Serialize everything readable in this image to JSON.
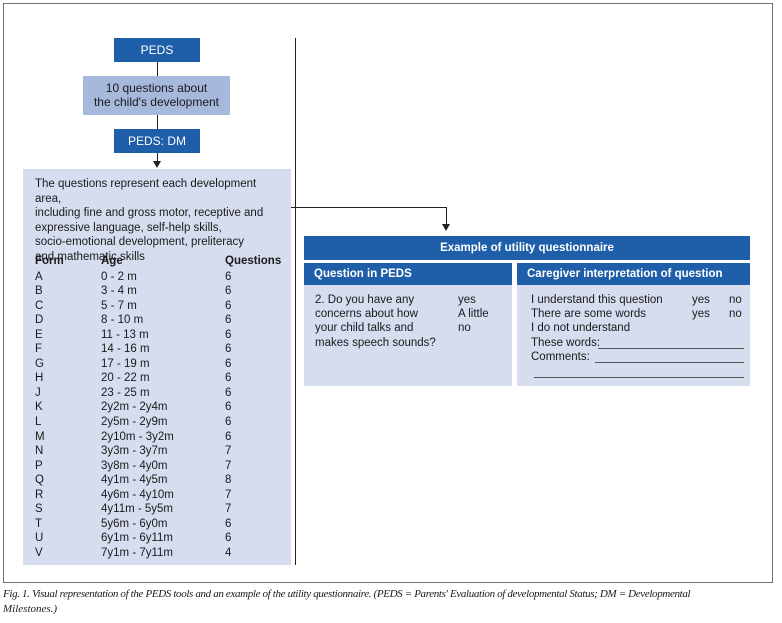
{
  "flow": {
    "peds_label": "PEDS",
    "questions_label_line1": "10 questions about",
    "questions_label_line2": "the child's development",
    "peds_dm_label": "PEDS: DM"
  },
  "dm_panel": {
    "description_lines": [
      "The questions represent each development area,",
      "including fine and gross motor, receptive and",
      "expressive language, self-help skills,",
      "socio-emotional development, preliteracy",
      "and mathematic skills"
    ],
    "headers": {
      "form": "Form",
      "age": "Age",
      "questions": "Questions"
    },
    "rows": [
      {
        "form": "A",
        "age": "0 - 2 m",
        "questions": "6"
      },
      {
        "form": "B",
        "age": "3 - 4 m",
        "questions": "6"
      },
      {
        "form": "C",
        "age": "5 - 7 m",
        "questions": "6"
      },
      {
        "form": "D",
        "age": "8 - 10 m",
        "questions": "6"
      },
      {
        "form": "E",
        "age": "11 - 13 m",
        "questions": "6"
      },
      {
        "form": "F",
        "age": "14 - 16 m",
        "questions": "6"
      },
      {
        "form": "G",
        "age": "17 - 19 m",
        "questions": "6"
      },
      {
        "form": "H",
        "age": "20 - 22 m",
        "questions": "6"
      },
      {
        "form": "J",
        "age": "23 - 25 m",
        "questions": "6"
      },
      {
        "form": "K",
        "age": "2y2m - 2y4m",
        "questions": "6"
      },
      {
        "form": "L",
        "age": "2y5m - 2y9m",
        "questions": "6"
      },
      {
        "form": "M",
        "age": "2y10m - 3y2m",
        "questions": "6"
      },
      {
        "form": "N",
        "age": "3y3m - 3y7m",
        "questions": "7"
      },
      {
        "form": "P",
        "age": "3y8m - 4y0m",
        "questions": "7"
      },
      {
        "form": "Q",
        "age": "4y1m - 4y5m",
        "questions": "8"
      },
      {
        "form": "R",
        "age": "4y6m - 4y10m",
        "questions": "7"
      },
      {
        "form": "S",
        "age": "4y11m - 5y5m",
        "questions": "7"
      },
      {
        "form": "T",
        "age": "5y6m - 6y0m",
        "questions": "6"
      },
      {
        "form": "U",
        "age": "6y1m - 6y11m",
        "questions": "6"
      },
      {
        "form": "V",
        "age": "7y1m - 7y11m",
        "questions": "4"
      }
    ]
  },
  "example": {
    "title": "Example of utility questionnaire",
    "left_header": "Question in PEDS",
    "right_header": "Caregiver interpretation of question",
    "question_lines": [
      "2. Do you have any",
      "concerns about how",
      "your child talks and",
      "makes speech sounds?"
    ],
    "answer_options": [
      "yes",
      "A little",
      "no"
    ],
    "interpretations": [
      {
        "text": "I understand this question",
        "yes": "yes",
        "no": "no"
      },
      {
        "text": "There are some words",
        "yes": "yes",
        "no": "no"
      },
      {
        "text": "I do not understand",
        "yes": "",
        "no": ""
      }
    ],
    "these_words_label": "These words:",
    "comments_label": "Comments:"
  },
  "caption": {
    "line1": "Fig. 1. Visual representation of the PEDS tools and an example of the utility questionnaire. (PEDS = Parents' Evaluation of developmental Status; DM = Developmental",
    "line2": "Milestones.)"
  }
}
